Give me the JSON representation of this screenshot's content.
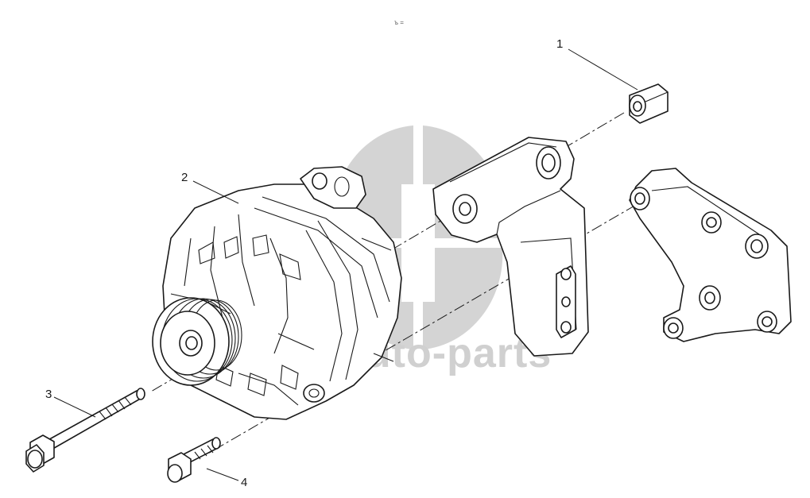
{
  "watermark": {
    "text": "auto-parts",
    "color": "#d0d0d0"
  },
  "callouts": [
    {
      "id": "1",
      "label": "1"
    },
    {
      "id": "2",
      "label": "2"
    },
    {
      "id": "3",
      "label": "3"
    },
    {
      "id": "4",
      "label": "4"
    }
  ],
  "marks": {
    "top_mark": "ъ ="
  },
  "colors": {
    "line": "#1a1a1a",
    "background": "#ffffff"
  }
}
